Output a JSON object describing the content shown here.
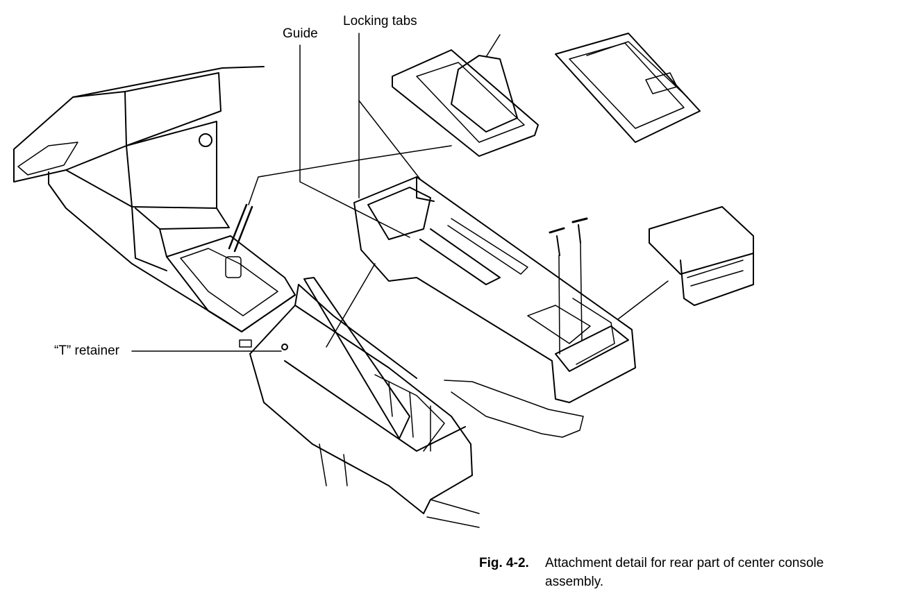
{
  "labels": {
    "guide": "Guide",
    "locking_tabs": "Locking tabs",
    "t_retainer": "“T” retainer"
  },
  "caption": {
    "figure_number": "Fig. 4-2.",
    "line1": "Attachment detail for rear part of center console",
    "line2": "assembly."
  }
}
